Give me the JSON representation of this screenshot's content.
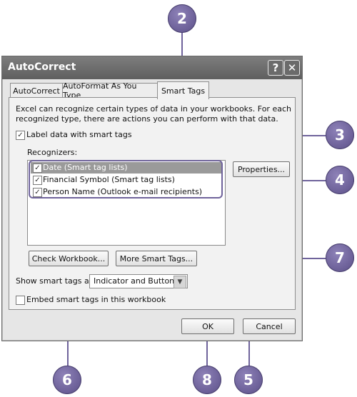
{
  "window": {
    "title": "AutoCorrect",
    "help_label": "?",
    "close_label": "✕"
  },
  "tabs": [
    {
      "label": "AutoCorrect"
    },
    {
      "label": "AutoFormat As You Type"
    },
    {
      "label": "Smart Tags"
    }
  ],
  "description": {
    "line1": "Excel can recognize certain types of data in your workbooks.  For each",
    "line2": "recognized type, there are actions you can perform with that data."
  },
  "label_data_checkbox": {
    "label": "Label data with smart tags",
    "checked": true
  },
  "recognizers": {
    "label": "Recognizers:",
    "items": [
      {
        "label": "Date (Smart tag lists)",
        "checked": true,
        "selected": true
      },
      {
        "label": "Financial Symbol (Smart tag lists)",
        "checked": true
      },
      {
        "label": "Person Name (Outlook e-mail recipients)",
        "checked": true
      }
    ]
  },
  "buttons": {
    "properties": "Properties...",
    "check_workbook": "Check Workbook...",
    "more_smart_tags": "More Smart Tags...",
    "ok": "OK",
    "cancel": "Cancel"
  },
  "show_smart_tags": {
    "label": "Show smart tags as",
    "value": "Indicator and Button"
  },
  "embed_checkbox": {
    "label": "Embed smart tags in this workbook",
    "checked": false
  },
  "callouts": [
    "2",
    "3",
    "4",
    "7",
    "6",
    "8",
    "5"
  ],
  "check_glyph": "✓",
  "dropdown_glyph": "▼",
  "callout_color": "#6f639b"
}
